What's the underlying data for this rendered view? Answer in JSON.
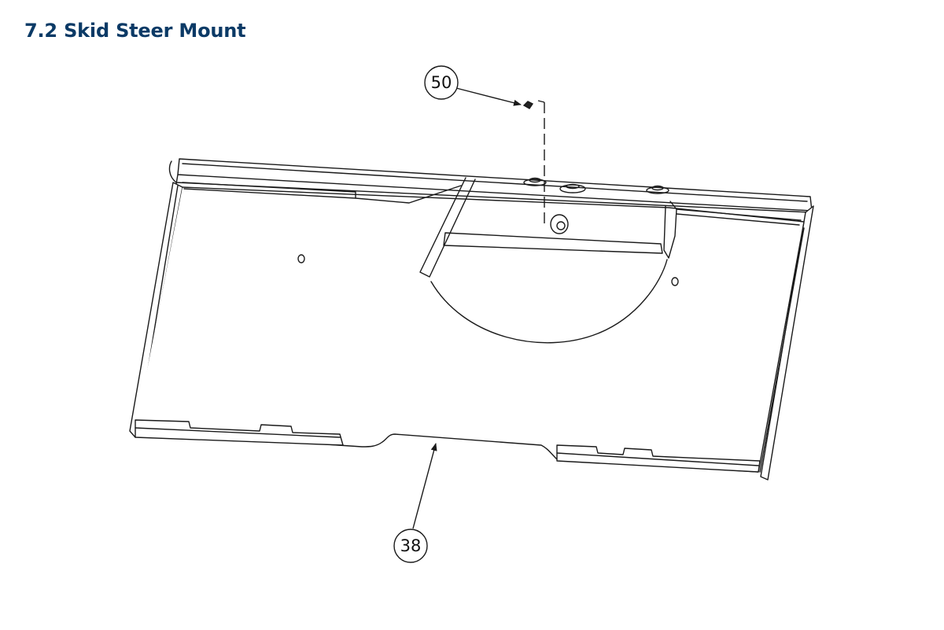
{
  "header": {
    "title": "7.2 Skid Steer Mount"
  },
  "callouts": [
    {
      "label": "50",
      "part": "fastener"
    },
    {
      "label": "38",
      "part": "mount-plate"
    }
  ],
  "colors": {
    "title": "#0b3a66",
    "line": "#1a1a1a"
  }
}
